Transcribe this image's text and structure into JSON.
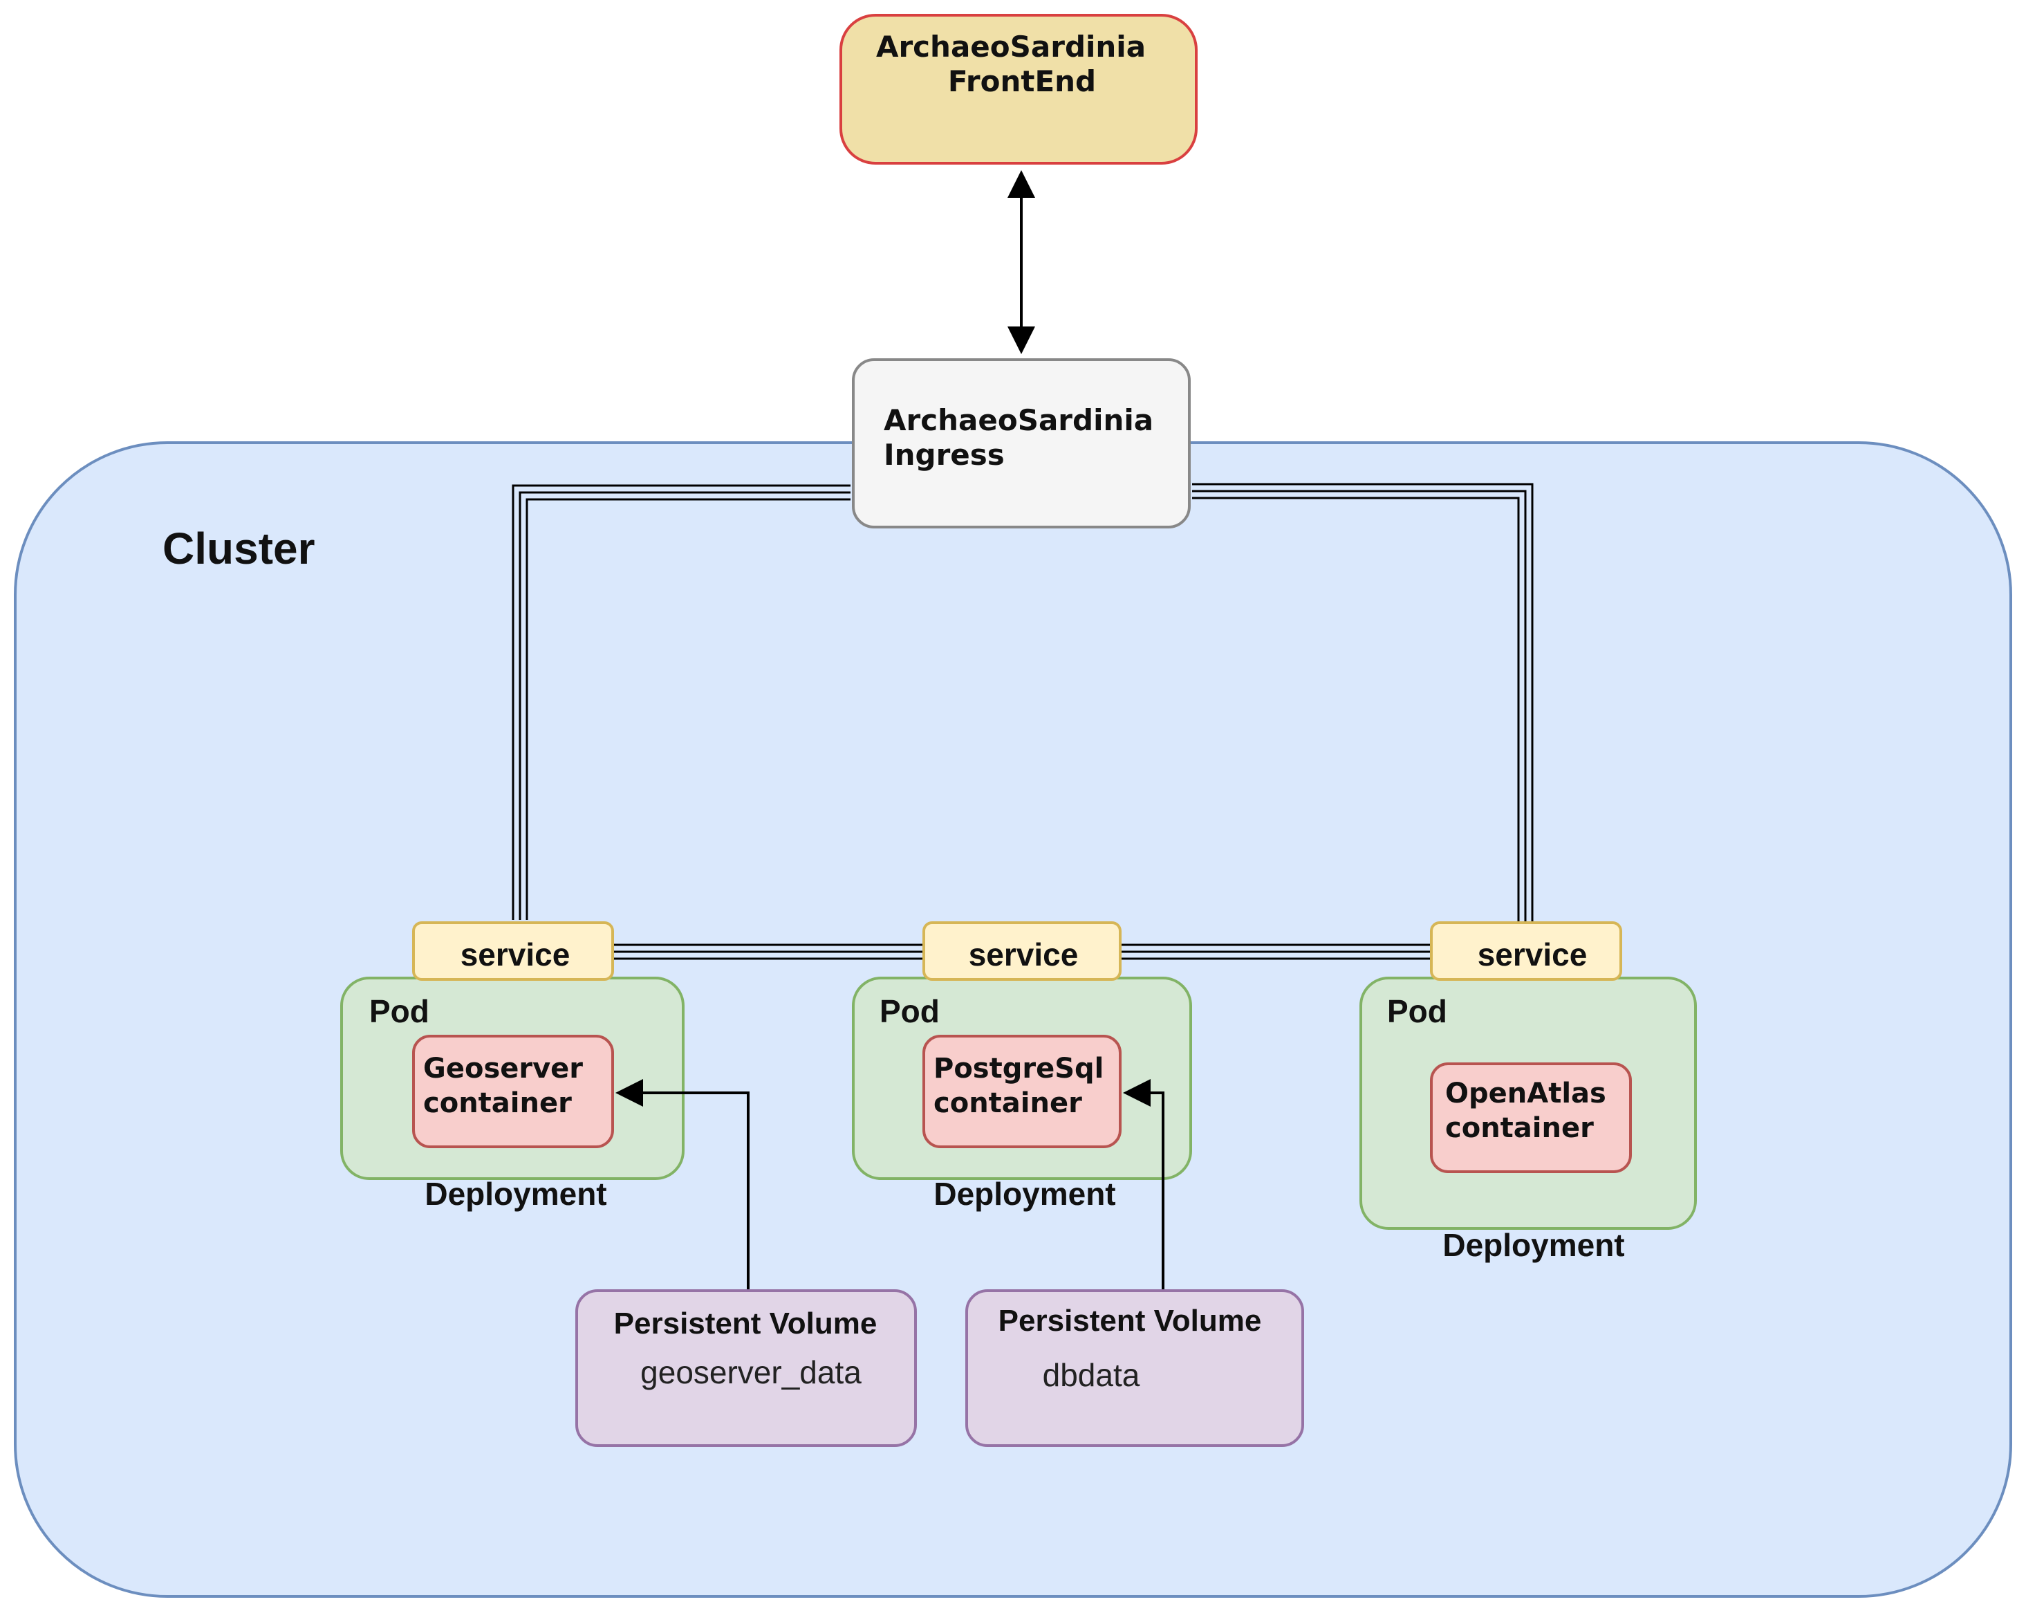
{
  "frontend": {
    "line1": "ArchaeoSardinia",
    "line2": "FrontEnd"
  },
  "ingress": {
    "line1": "ArchaeoSardinia",
    "line2": "Ingress"
  },
  "cluster": {
    "label": "Cluster"
  },
  "deployments": [
    {
      "service": "service",
      "pod": "Pod",
      "container_line1": "Geoserver",
      "container_line2": "container",
      "caption": "Deployment"
    },
    {
      "service": "service",
      "pod": "Pod",
      "container_line1": "PostgreSql",
      "container_line2": "container",
      "caption": "Deployment"
    },
    {
      "service": "service",
      "pod": "Pod",
      "container_line1": "OpenAtlas",
      "container_line2": "container",
      "caption": "Deployment"
    }
  ],
  "volumes": [
    {
      "title": "Persistent Volume",
      "name": "geoserver_data"
    },
    {
      "title": "Persistent Volume",
      "name": "dbdata"
    }
  ],
  "colors": {
    "cluster_fill": "#dae8fc",
    "cluster_stroke": "#6c8ebf",
    "frontend_fill": "#f0e0a8",
    "frontend_stroke": "#d94040",
    "ingress_fill": "#f5f5f5",
    "service_fill": "#fff2cc",
    "service_stroke": "#d6b656",
    "pod_fill": "#d5e8d4",
    "pod_stroke": "#82b366",
    "container_fill": "#f8cecc",
    "container_stroke": "#b85450",
    "volume_fill": "#e1d5e7",
    "volume_stroke": "#9673a6"
  }
}
